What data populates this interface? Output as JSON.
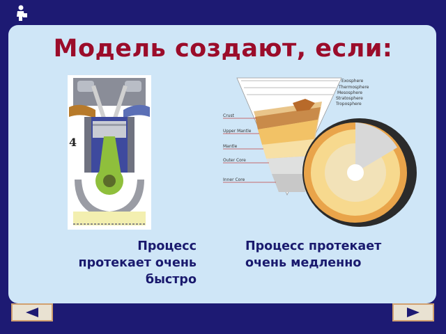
{
  "slide": {
    "title": "Модель создают, если:"
  },
  "images": {
    "engine": {
      "icon": "engine-cylinder-cutaway",
      "stroke_number": "4"
    },
    "earth": {
      "icon": "earth-layers-cutaway",
      "atmosphere_labels": [
        "Exosphere",
        "Thermosphere",
        "Mesosphere",
        "Stratosphere",
        "Troposphere"
      ],
      "layer_labels": [
        "Crust",
        "Upper Mantle",
        "Mantle",
        "Outer Core",
        "Inner Core"
      ]
    }
  },
  "captions": {
    "left_line1": "Процесс",
    "left_line2": "протекает очень",
    "left_line3": "быстро",
    "right_line1": "Процесс протекает",
    "right_line2": "очень медленно"
  },
  "navigation": {
    "prev_icon": "triangle-left-icon",
    "next_icon": "triangle-right-icon"
  },
  "colors": {
    "background": "#1d1a73",
    "panel": "#cfe6f7",
    "title": "#9b0c2a",
    "caption": "#1a1a6e"
  }
}
